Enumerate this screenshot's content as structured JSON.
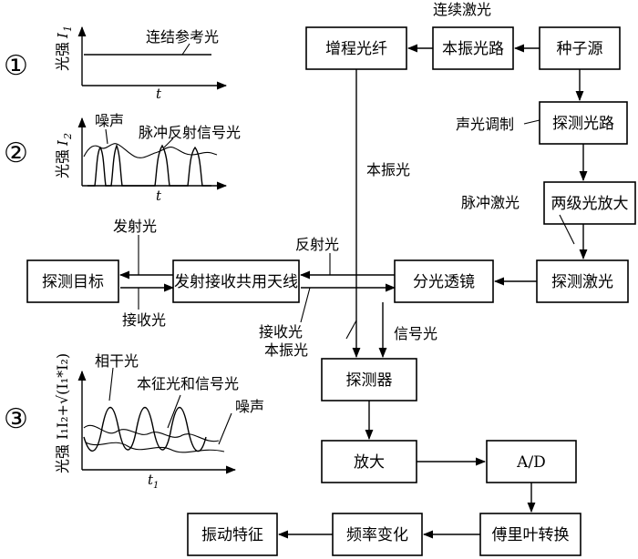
{
  "blocks": {
    "zengcheng": "增程光纤",
    "benzhen_path": "本振光路",
    "zhongziyuan": "种子源",
    "tance_path": "探测光路",
    "liangji": "两级光放大",
    "tance_laser": "探测激光",
    "fenguang": "分光透镜",
    "antenna": "发射接收共用天线",
    "target": "探测目标",
    "detector": "探测器",
    "amplify": "放大",
    "ad": "A/D",
    "fourier": "傅里叶转换",
    "freq": "频率变化",
    "vibration": "振动特征"
  },
  "labels": {
    "continuous_laser": "连续激光",
    "acousto": "声光调制",
    "benzhen_light": "本振光",
    "pulse_laser": "脉冲激光",
    "reflected": "反射光",
    "emitted": "发射光",
    "received": "接收光",
    "received2": "接收光",
    "benzhen2": "本振光",
    "signal_light": "信号光"
  },
  "plots": {
    "p1": {
      "number": "①",
      "ylabel": "光强",
      "ylabel_var": "I",
      "ylabel_sub": "1",
      "xlabel": "t",
      "annotation": "连结参考光"
    },
    "p2": {
      "number": "②",
      "ylabel": "光强",
      "ylabel_var": "I",
      "ylabel_sub": "2",
      "xlabel": "t",
      "noise": "噪声",
      "pulse": "脉冲反射信号光"
    },
    "p3": {
      "number": "③",
      "ylabel": "光强 I₁I₂+√(I₁*I₂)",
      "xlabel": "t",
      "xlabel_sub": "1",
      "coherent": "相干光",
      "intrinsic": "本征光和信号光",
      "noise": "噪声"
    }
  }
}
